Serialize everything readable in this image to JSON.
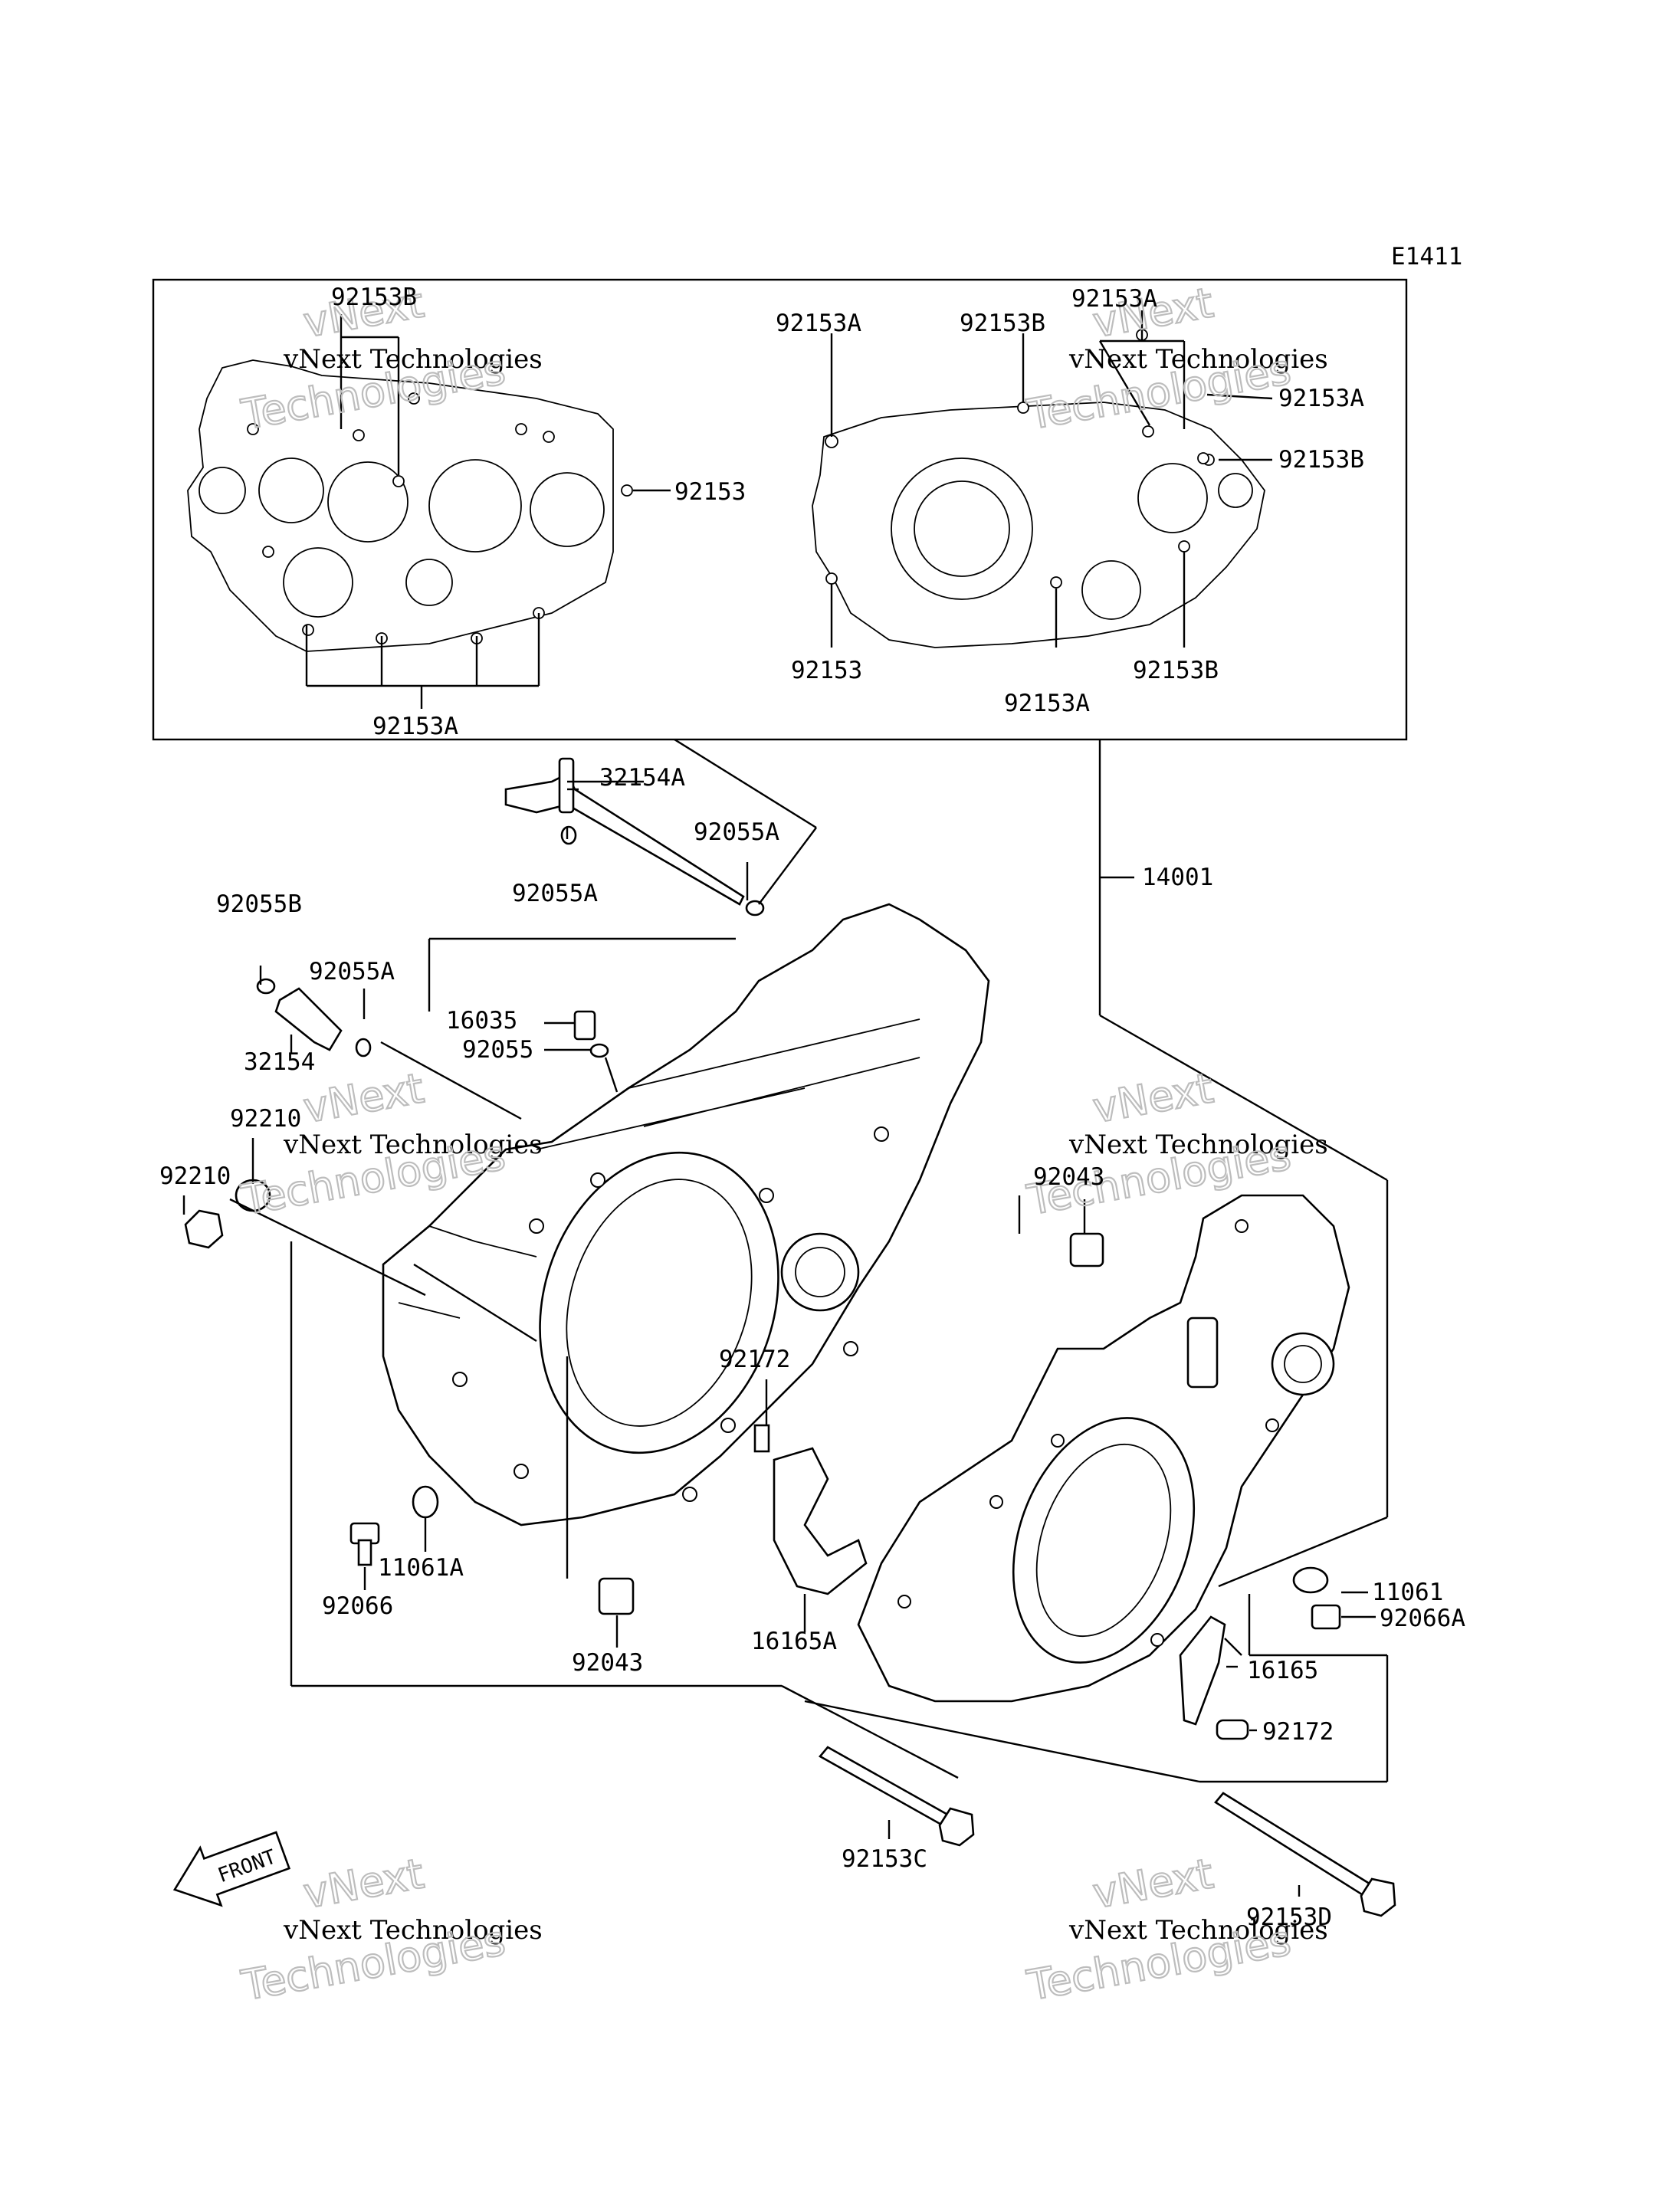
{
  "diagram_code": "E1411",
  "front_label": "FRONT",
  "watermark": {
    "line1": "vNext Technologies",
    "line2a": "vNext",
    "line2b": "Technologies"
  },
  "labels": {
    "l92153B_a": "92153B",
    "l92153A_a": "92153A",
    "l92153B_b": "92153B",
    "l92153A_b": "92153A",
    "l92153A_c": "92153A",
    "l92153B_c": "92153B",
    "l92153_a": "92153",
    "l92153_b": "92153",
    "l92153A_d": "92153A",
    "l92153B_d": "92153B",
    "l92153A_e": "92153A",
    "l32154A": "32154A",
    "l92055A_a": "92055A",
    "l92055A_b": "92055A",
    "l14001": "14001",
    "l92055B": "92055B",
    "l92055A_c": "92055A",
    "l32154": "32154",
    "l16035": "16035",
    "l92055": "92055",
    "l92210_a": "92210",
    "l92210_b": "92210",
    "l92043_a": "92043",
    "l92172_a": "92172",
    "l11061A": "11061A",
    "l92066": "92066",
    "l92043_b": "92043",
    "l16165A": "16165A",
    "l11061": "11061",
    "l92066A": "92066A",
    "l16165": "16165",
    "l92172_b": "92172",
    "l92153C": "92153C",
    "l92153D": "92153D"
  }
}
